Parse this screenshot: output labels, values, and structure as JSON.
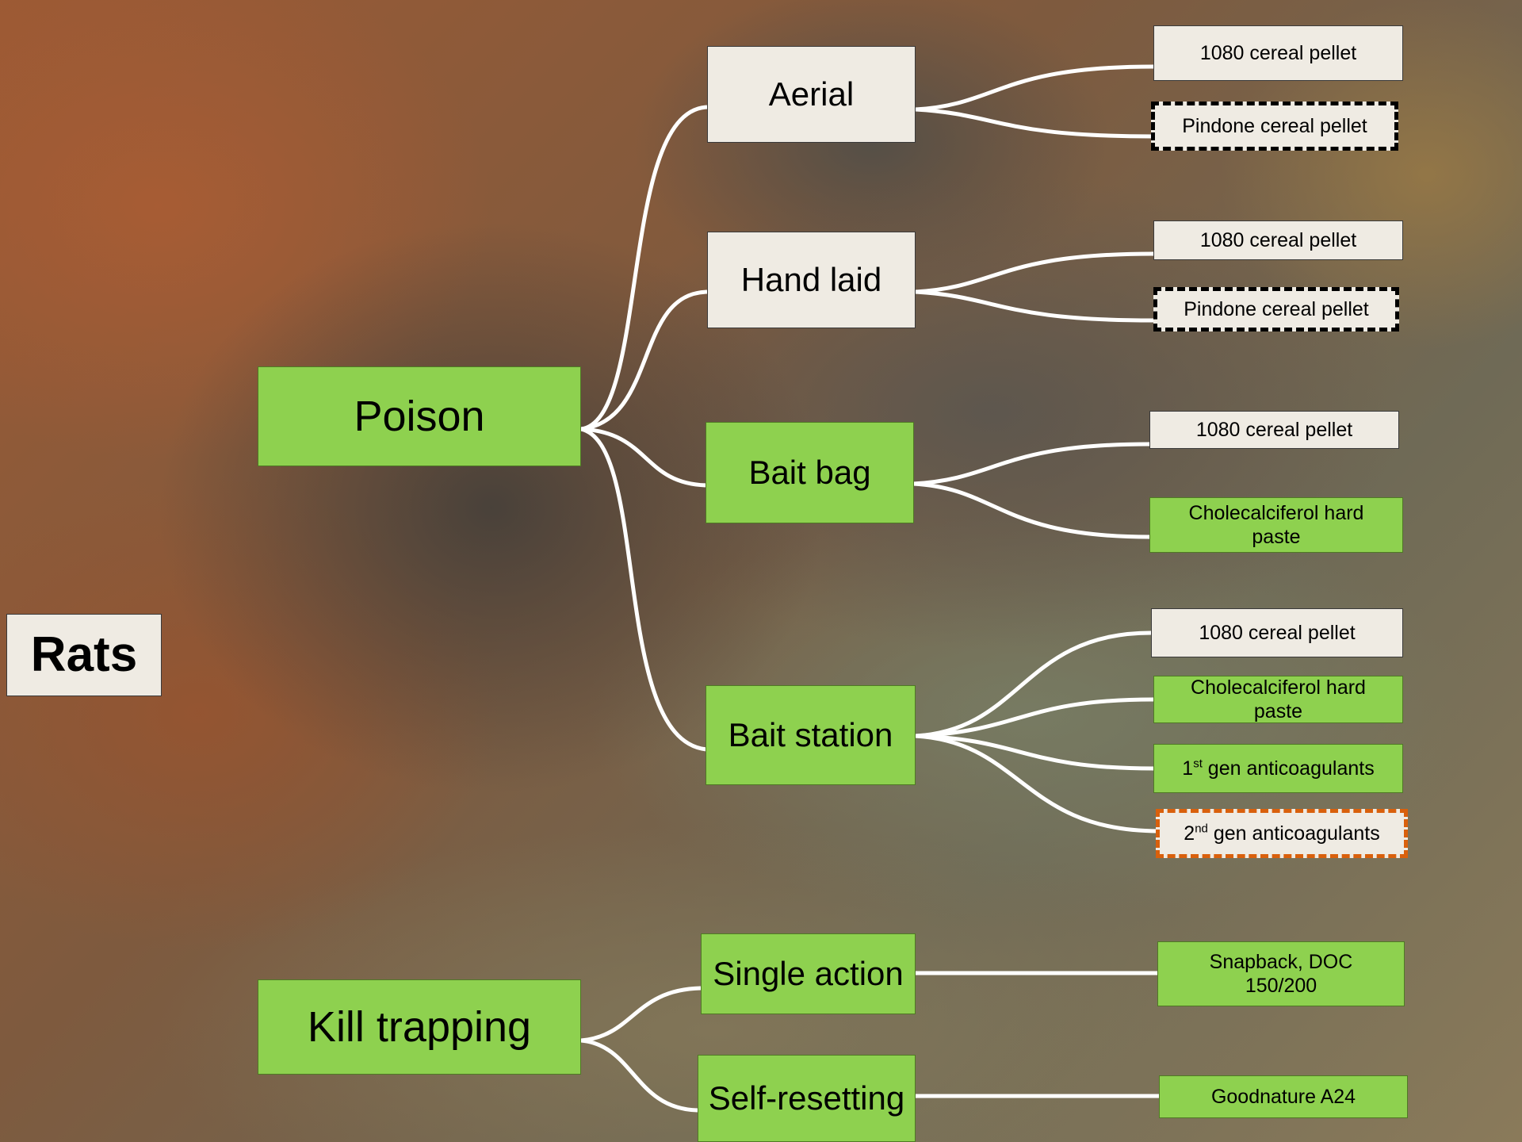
{
  "root": {
    "label": "Rats"
  },
  "categories": [
    {
      "id": "poison",
      "label": "Poison",
      "style": "green",
      "methods": [
        {
          "id": "aerial",
          "label": "Aerial",
          "style": "neutral",
          "products": [
            {
              "label": "1080 cereal pellet",
              "style": "neutral"
            },
            {
              "label": "Pindone cereal pellet",
              "style": "neutral-dashed-black"
            }
          ]
        },
        {
          "id": "hand-laid",
          "label": "Hand laid",
          "style": "neutral",
          "products": [
            {
              "label": "1080 cereal pellet",
              "style": "neutral"
            },
            {
              "label": "Pindone cereal pellet",
              "style": "neutral-dashed-black"
            }
          ]
        },
        {
          "id": "bait-bag",
          "label": "Bait bag",
          "style": "green",
          "products": [
            {
              "label": "1080 cereal pellet",
              "style": "neutral"
            },
            {
              "label": "Cholecalciferol hard paste",
              "style": "green"
            }
          ]
        },
        {
          "id": "bait-station",
          "label": "Bait station",
          "style": "green",
          "products": [
            {
              "label": "1080 cereal pellet",
              "style": "neutral"
            },
            {
              "label": "Cholecalciferol hard paste",
              "style": "green"
            },
            {
              "label_num": "1",
              "label_sup": "st",
              "label_rest": " gen anticoagulants",
              "style": "green"
            },
            {
              "label_num": "2",
              "label_sup": "nd",
              "label_rest": " gen anticoagulants",
              "style": "neutral-dashed-orange"
            }
          ]
        }
      ]
    },
    {
      "id": "kill-trapping",
      "label": "Kill trapping",
      "style": "green",
      "methods": [
        {
          "id": "single-action",
          "label": "Single action",
          "style": "green",
          "products": [
            {
              "label": "Snapback, DOC 150/200",
              "style": "green"
            }
          ]
        },
        {
          "id": "self-resetting",
          "label": "Self-resetting",
          "style": "green",
          "products": [
            {
              "label": "Goodnature A24",
              "style": "green"
            }
          ]
        }
      ]
    }
  ],
  "colors": {
    "green": "#8ed14f",
    "neutral": "#efebe3",
    "dashed_black": "#000000",
    "dashed_orange": "#d9600c",
    "connector": "#ffffff"
  }
}
